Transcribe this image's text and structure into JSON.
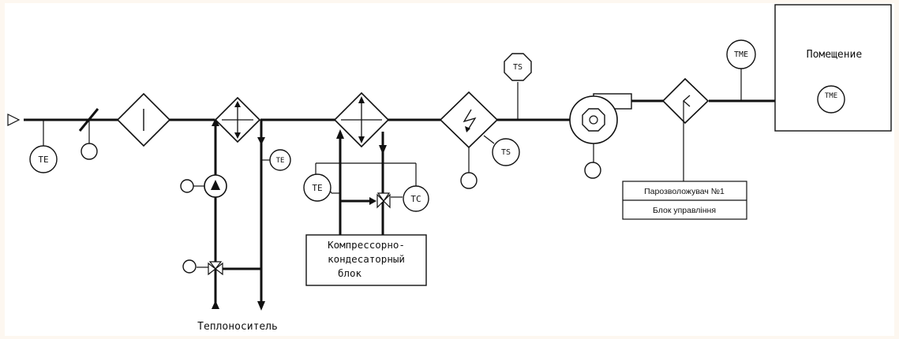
{
  "room": {
    "label": "Помещение",
    "sensor": "TME"
  },
  "sensors": {
    "te_inlet": "TE",
    "te_supply": "TE",
    "te_compressor": "TE",
    "tc": "TC",
    "ts_top": "TS",
    "ts_bottom": "TS",
    "tme_duct": "TME"
  },
  "compressor_block": {
    "line1": "Компрессорно-",
    "line2": "кондесаторный",
    "line3": "блок"
  },
  "humidifier": {
    "line1": "Парозволожувач №1",
    "line2": "Блок управління"
  },
  "heat_carrier": "Теплоноситель"
}
